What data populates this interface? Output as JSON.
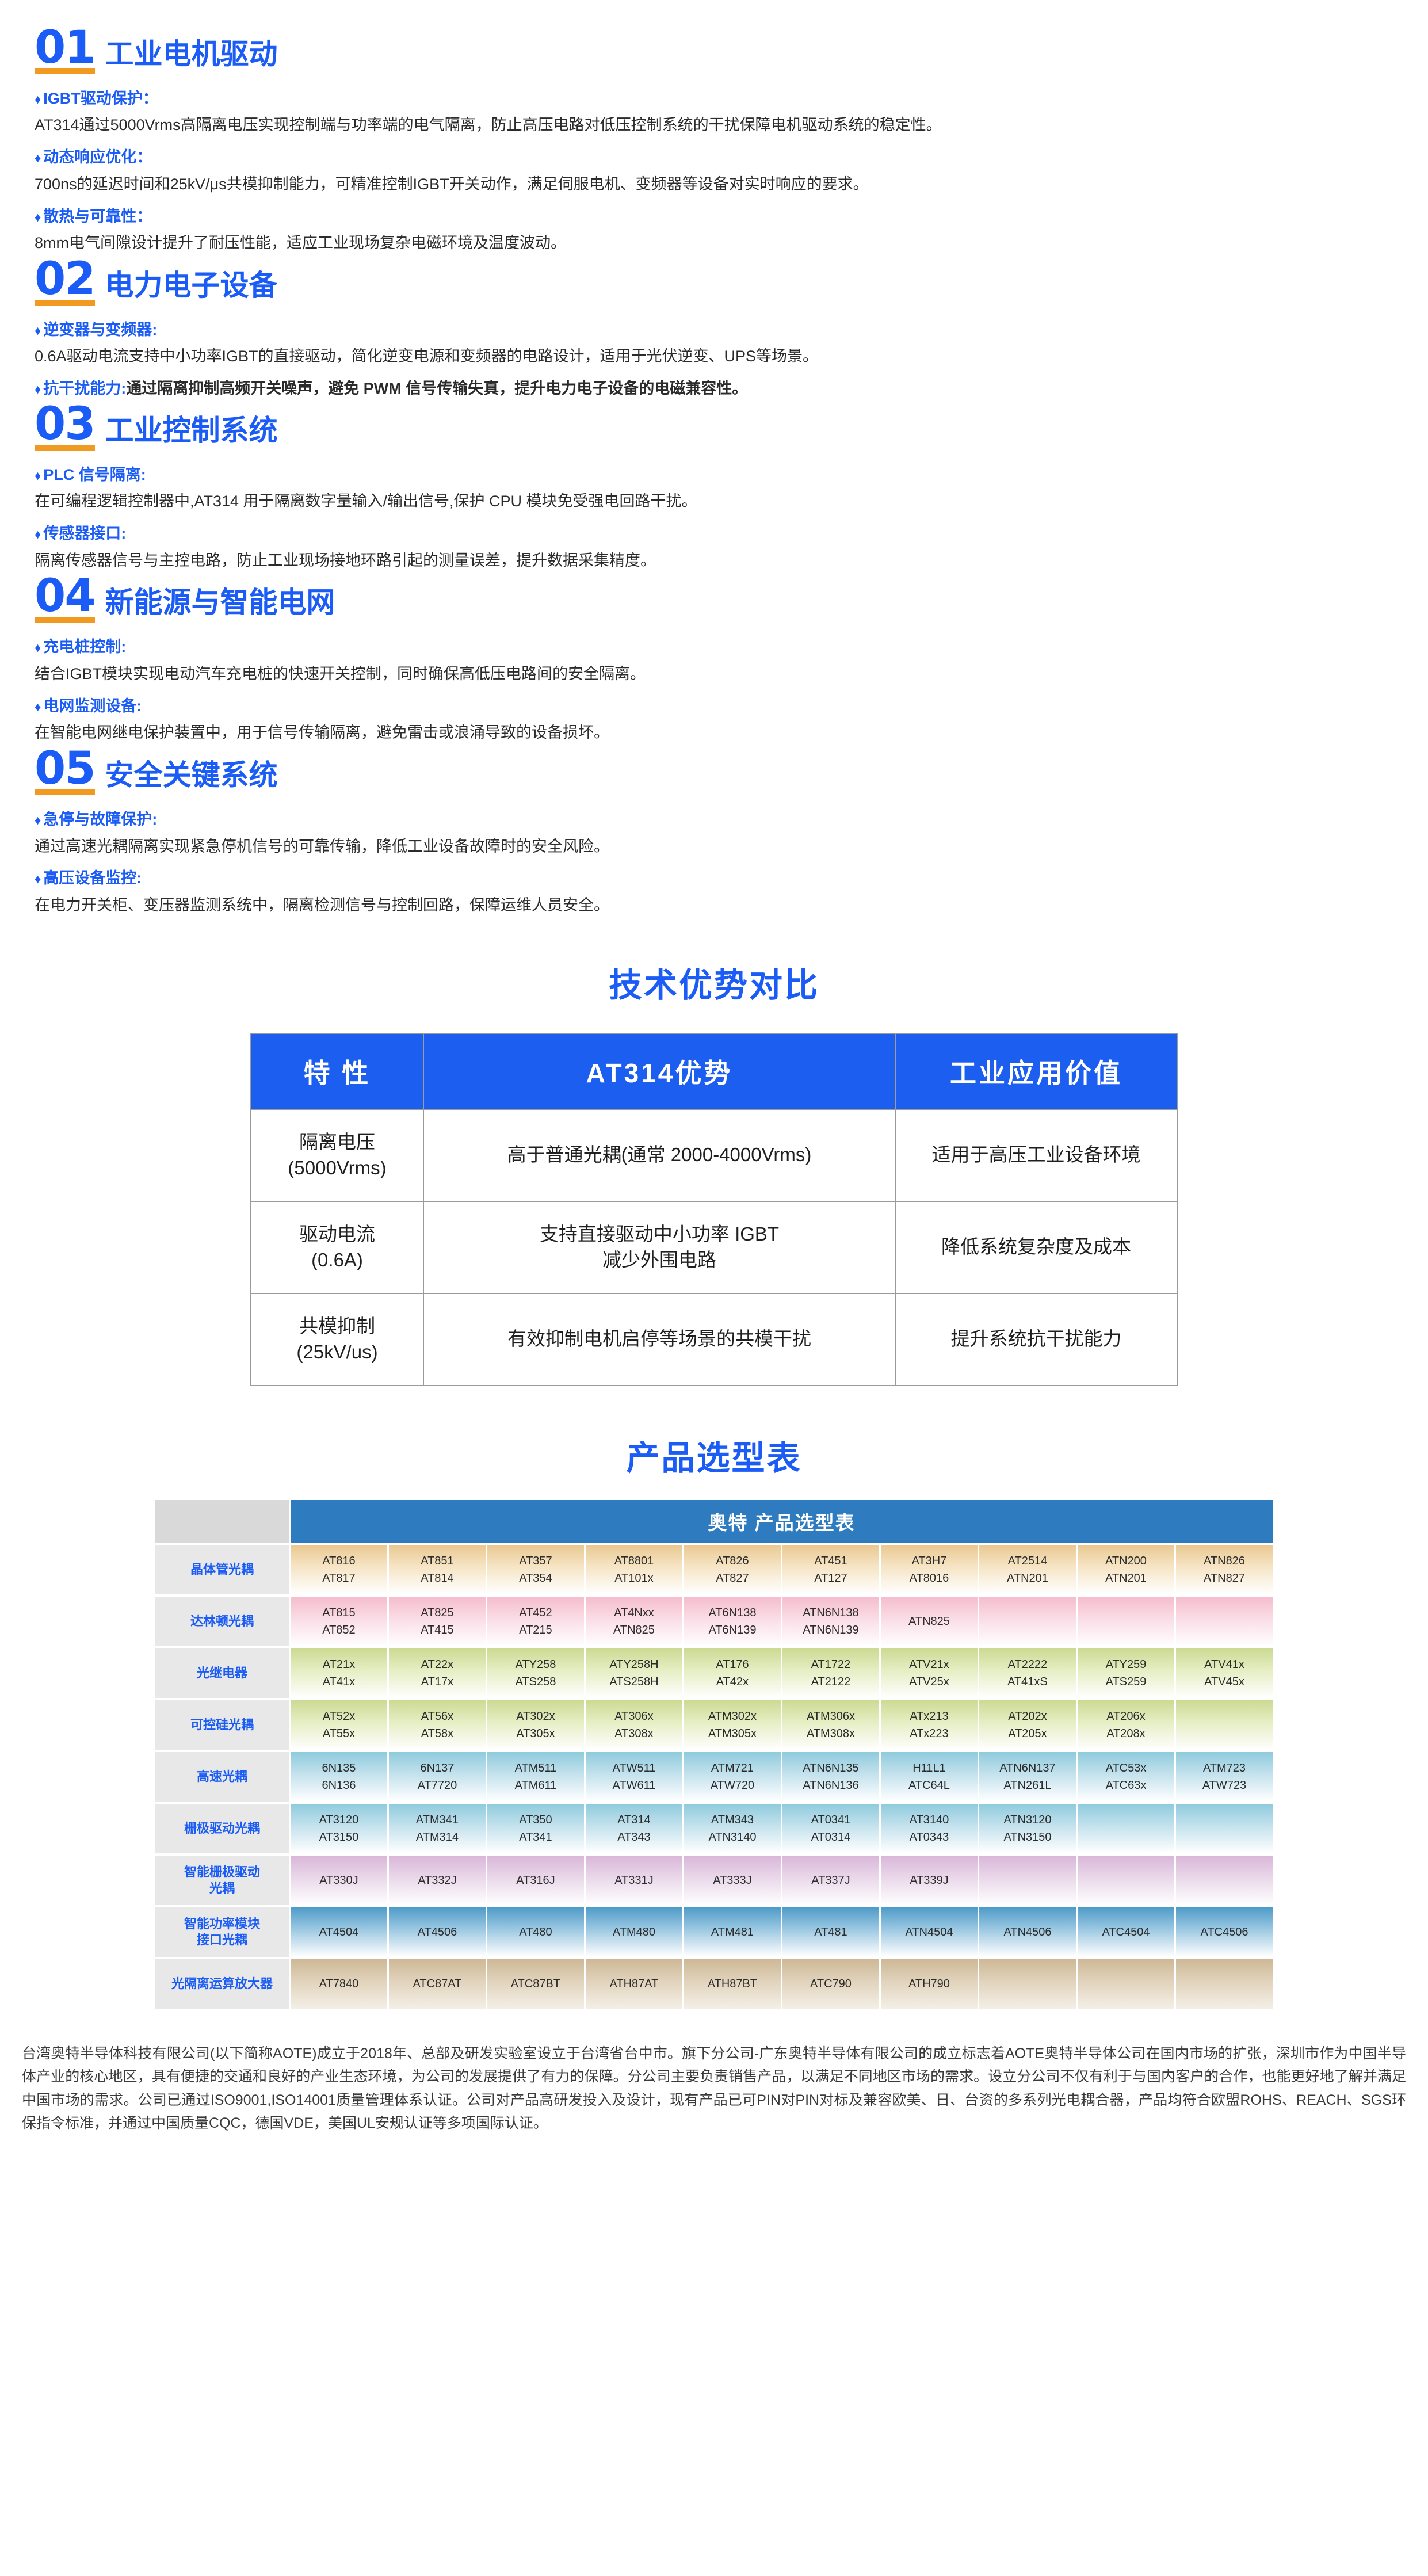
{
  "colors": {
    "accent_blue": "#1a5cf5",
    "underline_orange": "#f09a22",
    "header_blue": "#1c5ff0",
    "banner_blue": "#2e7cbf"
  },
  "sections": [
    {
      "num": "01",
      "title": "工业电机驱动",
      "blocks": [
        {
          "head": "IGBT驱动保护：",
          "body": "AT314通过5000Vrms高隔离电压实现控制端与功率端的电气隔离，防止高压电路对低压控制系统的干扰保障电机驱动系统的稳定性。"
        },
        {
          "head": "动态响应优化：",
          "body": "700ns的延迟时间和25kV/μs共模抑制能力，可精准控制IGBT开关动作，满足伺服电机、变频器等设备对实时响应的要求。"
        },
        {
          "head": "散热与可靠性：",
          "body": "8mm电气间隙设计提升了耐压性能，适应工业现场复杂电磁环境及温度波动。"
        }
      ]
    },
    {
      "num": "02",
      "title": "电力电子设备",
      "blocks": [
        {
          "head": "逆变器与变频器:",
          "body": "0.6A驱动电流支持中小功率IGBT的直接驱动，简化逆变电源和变频器的电路设计，适用于光伏逆变、UPS等场景。"
        },
        {
          "head": "抗干扰能力:",
          "inline": "通过隔离抑制高频开关噪声，避免 PWM 信号传输失真，提升电力电子设备的电磁兼容性。"
        }
      ]
    },
    {
      "num": "03",
      "title": "工业控制系统",
      "blocks": [
        {
          "head": "PLC 信号隔离:",
          "body": "在可编程逻辑控制器中,AT314 用于隔离数字量输入/输出信号,保护 CPU 模块免受强电回路干扰。"
        },
        {
          "head": "传感器接口:",
          "body": "隔离传感器信号与主控电路，防止工业现场接地环路引起的测量误差，提升数据采集精度。"
        }
      ]
    },
    {
      "num": "04",
      "title": "新能源与智能电网",
      "blocks": [
        {
          "head": "充电桩控制:",
          "body": "结合IGBT模块实现电动汽车充电桩的快速开关控制，同时确保高低压电路间的安全隔离。"
        },
        {
          "head": "电网监测设备:",
          "body": "在智能电网继电保护装置中，用于信号传输隔离，避免雷击或浪涌导致的设备损坏。"
        }
      ]
    },
    {
      "num": "05",
      "title": "安全关键系统",
      "blocks": [
        {
          "head": "急停与故障保护:",
          "body": "通过高速光耦隔离实现紧急停机信号的可靠传输，降低工业设备故障时的安全风险。"
        },
        {
          "head": "高压设备监控:",
          "body": "在电力开关柜、变压器监测系统中，隔离检测信号与控制回路，保障运维人员安全。"
        }
      ]
    }
  ],
  "comparison": {
    "title": "技术优势对比",
    "headers": [
      "特 性",
      "AT314优势",
      "工业应用价值"
    ],
    "rows": [
      {
        "feature_l1": "隔离电压",
        "feature_l2": "(5000Vrms)",
        "advantage_l1": "高于普通光耦(通常 2000-4000Vrms)",
        "advantage_l2": "",
        "value": "适用于高压工业设备环境"
      },
      {
        "feature_l1": "驱动电流",
        "feature_l2": "(0.6A)",
        "advantage_l1": "支持直接驱动中小功率 IGBT",
        "advantage_l2": "减少外围电路",
        "value": "降低系统复杂度及成本"
      },
      {
        "feature_l1": "共模抑制",
        "feature_l2": "(25kV/us)",
        "advantage_l1": "有效抑制电机启停等场景的共模干扰",
        "advantage_l2": "",
        "value": "提升系统抗干扰能力"
      }
    ]
  },
  "selection": {
    "title": "产品选型表",
    "banner": "奥特 产品选型表",
    "rows": [
      {
        "label": "晶体管光耦",
        "style": "g-tan",
        "cells": [
          [
            "AT816",
            "AT817"
          ],
          [
            "AT851",
            "AT814"
          ],
          [
            "AT357",
            "AT354"
          ],
          [
            "AT8801",
            "AT101x"
          ],
          [
            "AT826",
            "AT827"
          ],
          [
            "AT451",
            "AT127"
          ],
          [
            "AT3H7",
            "AT8016"
          ],
          [
            "AT2514",
            "ATN201"
          ],
          [
            "ATN200",
            "ATN201"
          ],
          [
            "ATN826",
            "ATN827"
          ]
        ]
      },
      {
        "label": "达林顿光耦",
        "style": "g-pink",
        "cells": [
          [
            "AT815",
            "AT852"
          ],
          [
            "AT825",
            "AT415"
          ],
          [
            "AT452",
            "AT215"
          ],
          [
            "AT4Nxx",
            "ATN825"
          ],
          [
            "AT6N138",
            "AT6N139"
          ],
          [
            "ATN6N138",
            "ATN6N139"
          ],
          [
            "ATN825",
            ""
          ],
          [
            "",
            ""
          ],
          [
            "",
            ""
          ],
          [
            "",
            ""
          ]
        ]
      },
      {
        "label": "光继电器",
        "style": "g-green",
        "cells": [
          [
            "AT21x",
            "AT41x"
          ],
          [
            "AT22x",
            "AT17x"
          ],
          [
            "ATY258",
            "ATS258"
          ],
          [
            "ATY258H",
            "ATS258H"
          ],
          [
            "AT176",
            "AT42x"
          ],
          [
            "AT1722",
            "AT2122"
          ],
          [
            "ATV21x",
            "ATV25x"
          ],
          [
            "AT2222",
            "AT41xS"
          ],
          [
            "ATY259",
            "ATS259"
          ],
          [
            "ATV41x",
            "ATV45x"
          ]
        ]
      },
      {
        "label": "可控硅光耦",
        "style": "g-green",
        "cells": [
          [
            "AT52x",
            "AT55x"
          ],
          [
            "AT56x",
            "AT58x"
          ],
          [
            "AT302x",
            "AT305x"
          ],
          [
            "AT306x",
            "AT308x"
          ],
          [
            "ATM302x",
            "ATM305x"
          ],
          [
            "ATM306x",
            "ATM308x"
          ],
          [
            "ATx213",
            "ATx223"
          ],
          [
            "AT202x",
            "AT205x"
          ],
          [
            "AT206x",
            "AT208x"
          ],
          [
            "",
            ""
          ]
        ]
      },
      {
        "label": "高速光耦",
        "style": "g-blue",
        "cells": [
          [
            "6N135",
            "6N136"
          ],
          [
            "6N137",
            "AT7720"
          ],
          [
            "ATM511",
            "ATM611"
          ],
          [
            "ATW511",
            "ATW611"
          ],
          [
            "ATM721",
            "ATW720"
          ],
          [
            "ATN6N135",
            "ATN6N136"
          ],
          [
            "H11L1",
            "ATC64L"
          ],
          [
            "ATN6N137",
            "ATN261L"
          ],
          [
            "ATC53x",
            "ATC63x"
          ],
          [
            "ATM723",
            "ATW723"
          ]
        ]
      },
      {
        "label": "栅极驱动光耦",
        "style": "g-blue",
        "cells": [
          [
            "AT3120",
            "AT3150"
          ],
          [
            "ATM341",
            "ATM314"
          ],
          [
            "AT350",
            "AT341"
          ],
          [
            "AT314",
            "AT343"
          ],
          [
            "ATM343",
            "ATN3140"
          ],
          [
            "AT0341",
            "AT0314"
          ],
          [
            "AT3140",
            "AT0343"
          ],
          [
            "ATN3120",
            "ATN3150"
          ],
          [
            "",
            ""
          ],
          [
            "",
            ""
          ]
        ]
      },
      {
        "label": "智能栅极驱动\n光耦",
        "style": "g-purple",
        "cells": [
          [
            "AT330J",
            ""
          ],
          [
            "AT332J",
            ""
          ],
          [
            "AT316J",
            ""
          ],
          [
            "AT331J",
            ""
          ],
          [
            "AT333J",
            ""
          ],
          [
            "AT337J",
            ""
          ],
          [
            "AT339J",
            ""
          ],
          [
            "",
            ""
          ],
          [
            "",
            ""
          ],
          [
            "",
            ""
          ]
        ]
      },
      {
        "label": "智能功率模块\n接口光耦",
        "style": "g-steel",
        "cells": [
          [
            "AT4504",
            ""
          ],
          [
            "AT4506",
            ""
          ],
          [
            "AT480",
            ""
          ],
          [
            "ATM480",
            ""
          ],
          [
            "ATM481",
            ""
          ],
          [
            "AT481",
            ""
          ],
          [
            "ATN4504",
            ""
          ],
          [
            "ATN4506",
            ""
          ],
          [
            "ATC4504",
            ""
          ],
          [
            "ATC4506",
            ""
          ]
        ]
      },
      {
        "label": "光隔离运算放大器",
        "style": "g-beige",
        "cells": [
          [
            "AT7840",
            ""
          ],
          [
            "ATC87AT",
            ""
          ],
          [
            "ATC87BT",
            ""
          ],
          [
            "ATH87AT",
            ""
          ],
          [
            "ATH87BT",
            ""
          ],
          [
            "ATC790",
            ""
          ],
          [
            "ATH790",
            ""
          ],
          [
            "",
            ""
          ],
          [
            "",
            ""
          ],
          [
            "",
            ""
          ]
        ]
      }
    ]
  },
  "footer": {
    "text": "台湾奥特半导体科技有限公司(以下简称AOTE)成立于2018年、总部及研发实验室设立于台湾省台中市。旗下分公司-广东奥特半导体有限公司的成立标志着AOTE奥特半导体公司在国内市场的扩张，深圳市作为中国半导体产业的核心地区，具有便捷的交通和良好的产业生态环境，为公司的发展提供了有力的保障。分公司主要负责销售产品，以满足不同地区市场的需求。设立分公司不仅有利于与国内客户的合作，也能更好地了解并满足中国市场的需求。公司已通过ISO9001,ISO14001质量管理体系认证。公司对产品高研发投入及设计，现有产品已可PIN对PIN对标及兼容欧美、日、台资的多系列光电耦合器，产品均符合欧盟ROHS、REACH、SGS环保指令标准，并通过中国质量CQC，德国VDE，美国UL安规认证等多项国际认证。"
  }
}
